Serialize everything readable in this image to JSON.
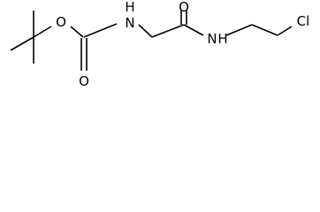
{
  "structure": {
    "atoms": {
      "ester_oxygen": "O",
      "carbonyl_oxygen_carbamate": "O",
      "nitrogen_carbamate": "N",
      "hydrogen_carbamate": "H",
      "carbonyl_oxygen_amide": "O",
      "nitrogen_amide": "N",
      "hydrogen_amide": "H",
      "chlorine": "Cl"
    }
  }
}
